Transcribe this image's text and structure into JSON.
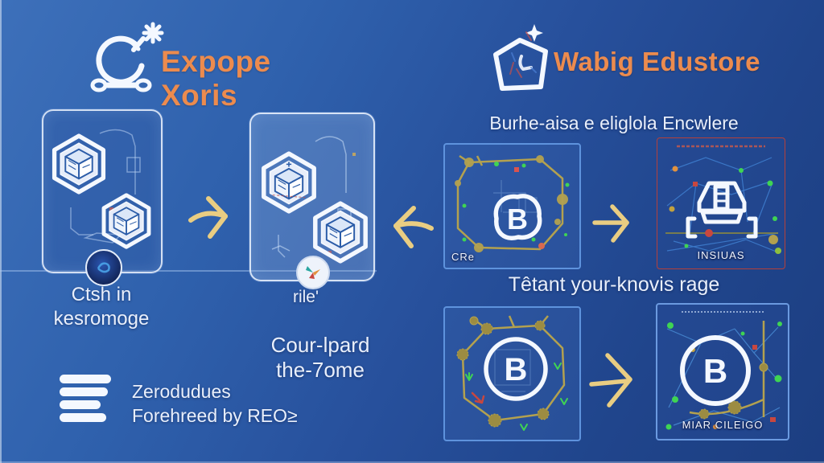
{
  "header": {
    "left_title": "Expope Xoris",
    "right_title": "Wabig Edustore"
  },
  "left_section": {
    "panel1_caption": {
      "line1": "Ctsh in",
      "line2": "kesromoge"
    },
    "panel2_label": "rile'",
    "panel2_caption": {
      "line1": "Cour-lpard",
      "line2": "the-7ome"
    },
    "legend": {
      "line1": "Zerodudues",
      "line2": "Forehreed by REO≥"
    }
  },
  "right_section": {
    "top_caption": "Burhe-aisa e eliglola Encwlere",
    "mid_caption": "Têtant your-knovis rage",
    "panels": {
      "cre": {
        "badge": "B",
        "label": "CRe"
      },
      "insiuas": {
        "label": "INSIUAS"
      },
      "octo": {
        "badge": "B"
      },
      "marcheigo": {
        "badge": "B",
        "label": "MIAR CILEIGO"
      }
    }
  },
  "colors": {
    "background_top": "#3d70ba",
    "background_bottom": "#1c3e81",
    "title_orange": "#ec8b4e",
    "text_white": "#e9effb",
    "arrow_yellow": "#e9cd82",
    "circuit_olive": "#b3a14f",
    "panel_border_blue": "#66a0e8",
    "panel_border_red": "#b5403a",
    "node_green": "#3fd453",
    "node_red": "#d9534f"
  }
}
